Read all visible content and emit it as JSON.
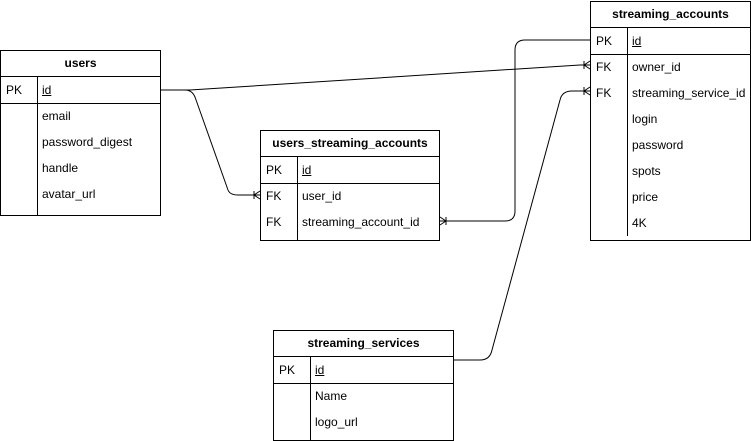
{
  "entities": {
    "users": {
      "title": "users",
      "rows": [
        {
          "key": "PK",
          "field": "id"
        },
        {
          "key": "",
          "field": "email"
        },
        {
          "key": "",
          "field": "password_digest"
        },
        {
          "key": "",
          "field": "handle"
        },
        {
          "key": "",
          "field": "avatar_url"
        }
      ]
    },
    "users_streaming_accounts": {
      "title": "users_streaming_accounts",
      "rows": [
        {
          "key": "PK",
          "field": "id"
        },
        {
          "key": "FK",
          "field": "user_id"
        },
        {
          "key": "FK",
          "field": "streaming_account_id"
        }
      ]
    },
    "streaming_accounts": {
      "title": "streaming_accounts",
      "rows": [
        {
          "key": "PK",
          "field": "id"
        },
        {
          "key": "FK",
          "field": "owner_id"
        },
        {
          "key": "FK",
          "field": "streaming_service_id"
        },
        {
          "key": "",
          "field": "login"
        },
        {
          "key": "",
          "field": "password"
        },
        {
          "key": "",
          "field": "spots"
        },
        {
          "key": "",
          "field": "price"
        },
        {
          "key": "",
          "field": "4K"
        }
      ]
    },
    "streaming_services": {
      "title": "streaming_services",
      "rows": [
        {
          "key": "PK",
          "field": "id"
        },
        {
          "key": "",
          "field": "Name"
        },
        {
          "key": "",
          "field": "logo_url"
        }
      ]
    }
  },
  "relationships": [
    {
      "from": "users.id",
      "to": "users_streaming_accounts.user_id",
      "cardinality": "one-to-many"
    },
    {
      "from": "users.id",
      "to": "streaming_accounts.owner_id",
      "cardinality": "one-to-many"
    },
    {
      "from": "streaming_accounts.id",
      "to": "users_streaming_accounts.streaming_account_id",
      "cardinality": "one-to-many"
    },
    {
      "from": "streaming_services.id",
      "to": "streaming_accounts.streaming_service_id",
      "cardinality": "one-to-many"
    }
  ]
}
